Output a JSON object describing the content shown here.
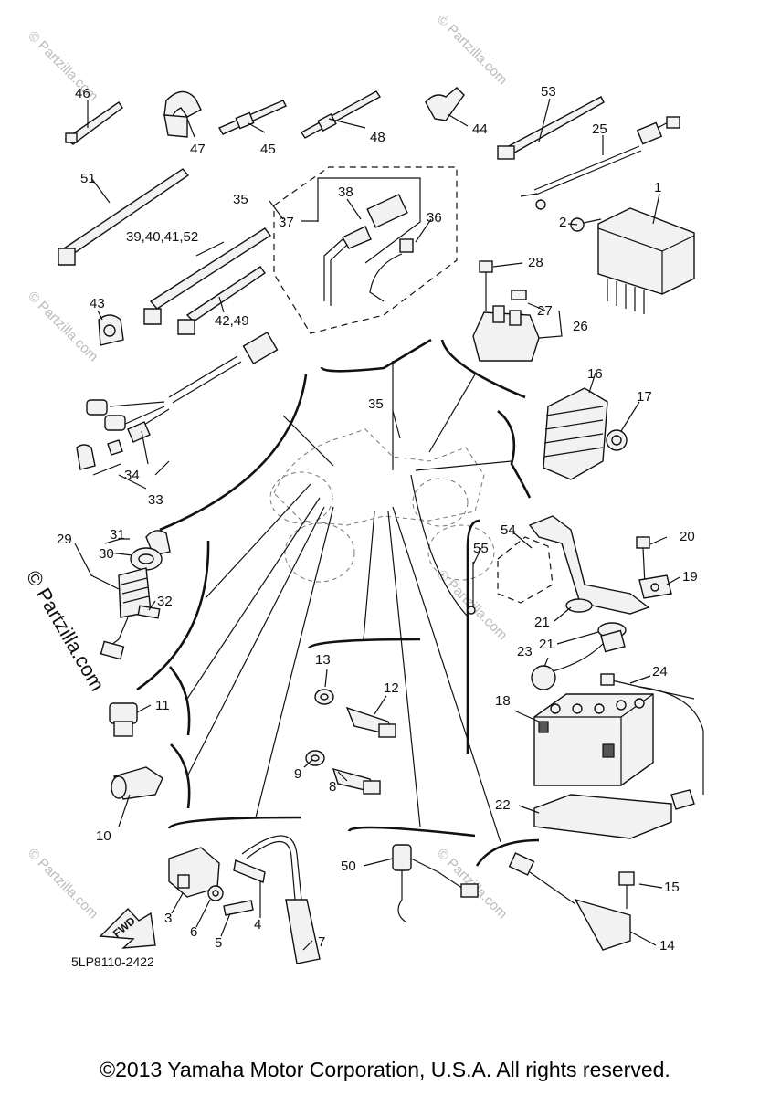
{
  "diagram": {
    "code": "5LP8110-2422",
    "fwd_label": "FWD",
    "watermark": "© Partzilla.com",
    "side_watermark": "© Partzilla.com",
    "copyright": "©2013 Yamaha Motor Corporation, U.S.A. All rights reserved."
  },
  "callouts": {
    "c1": "1",
    "c2": "2",
    "c3": "3",
    "c4": "4",
    "c5": "5",
    "c6": "6",
    "c7": "7",
    "c8": "8",
    "c9": "9",
    "c10": "10",
    "c11": "11",
    "c12": "12",
    "c13": "13",
    "c14": "14",
    "c15": "15",
    "c16": "16",
    "c17": "17",
    "c18": "18",
    "c19": "19",
    "c20": "20",
    "c21a": "21",
    "c21b": "21",
    "c22": "22",
    "c23": "23",
    "c24": "24",
    "c25": "25",
    "c26": "26",
    "c27": "27",
    "c28": "28",
    "c29": "29",
    "c30": "30",
    "c31": "31",
    "c32": "32",
    "c33": "33",
    "c34": "34",
    "c35a": "35",
    "c35b": "35",
    "c36": "36",
    "c37": "37",
    "c38": "38",
    "c39": "39,40,41,52",
    "c42": "42,49",
    "c43": "43",
    "c44": "44",
    "c45": "45",
    "c46": "46",
    "c47": "47",
    "c48": "48",
    "c50": "50",
    "c51": "51",
    "c53": "53",
    "c54": "54",
    "c55": "55"
  }
}
